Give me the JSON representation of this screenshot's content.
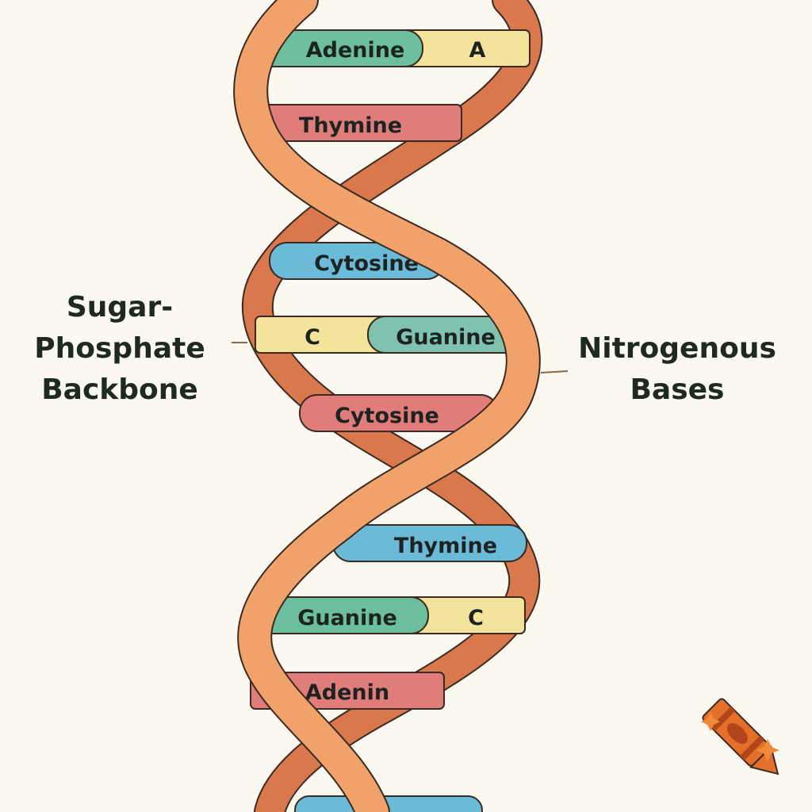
{
  "labels": {
    "backbone_lines": [
      "Sugar-",
      "Phosphate",
      "Backbone"
    ],
    "bases_lines": [
      "Nitrogenous",
      "Bases"
    ]
  },
  "base_pairs": [
    {
      "left": {
        "text": "Adenine",
        "color": "#6cbf9c"
      },
      "right": {
        "text": "A",
        "color": "#f4e39a"
      }
    },
    {
      "left": {
        "text": "Thymine",
        "color": "#e07d7b"
      },
      "right": {
        "text": "",
        "color": "#e07d7b"
      }
    },
    {
      "left": {
        "text": "Cytosine",
        "color": "#6bbad8"
      },
      "right": {
        "text": "",
        "color": "#6bbad8"
      }
    },
    {
      "left": {
        "text": "C",
        "color": "#f4e39a"
      },
      "right": {
        "text": "Guanine",
        "color": "#7fc2b0"
      }
    },
    {
      "left": {
        "text": "Cytosine",
        "color": "#e07d7b"
      },
      "right": {
        "text": "",
        "color": "#e07d7b"
      }
    },
    {
      "left": {
        "text": "Thymine",
        "color": "#6bbad8"
      },
      "right": {
        "text": "",
        "color": "#6bbad8"
      }
    },
    {
      "left": {
        "text": "Guanine",
        "color": "#6cbf9c"
      },
      "right": {
        "text": "C",
        "color": "#f4e39a"
      }
    },
    {
      "left": {
        "text": "Adenin",
        "color": "#e07d7b"
      },
      "right": {
        "text": "",
        "color": "#e07d7b"
      }
    }
  ],
  "colors": {
    "background": "#fbf8ef",
    "strand_front": "#f0a26a",
    "strand_back": "#d9784c",
    "outline": "#3a2a22",
    "crayon": "#e46f2a",
    "sparkle": "#f08a3a"
  },
  "icons": [
    "crayon-icon",
    "sparkle-icon"
  ]
}
